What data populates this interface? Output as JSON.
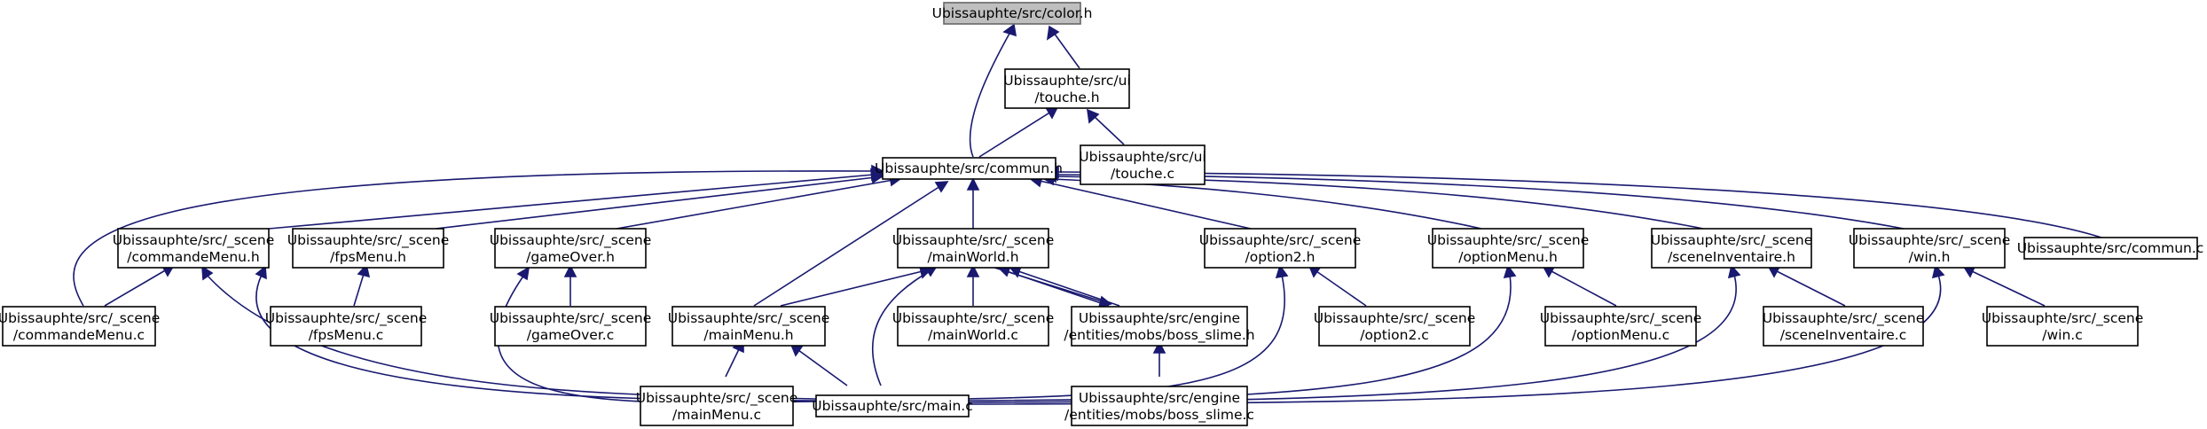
{
  "colors": {
    "edge": "#191970",
    "node_fill": "#ffffff",
    "root_fill": "#bfbfbf",
    "node_border": "#000000"
  },
  "nodes": {
    "color_h": [
      "Ubissauphte/src/color.h"
    ],
    "touche_h": [
      "Ubissauphte/src/ui",
      "/touche.h"
    ],
    "touche_c": [
      "Ubissauphte/src/ui",
      "/touche.c"
    ],
    "commun_h": [
      "Ubissauphte/src/commun.h"
    ],
    "commandeMenu_h": [
      "Ubissauphte/src/_scene",
      "/commandeMenu.h"
    ],
    "fpsMenu_h": [
      "Ubissauphte/src/_scene",
      "/fpsMenu.h"
    ],
    "gameOver_h": [
      "Ubissauphte/src/_scene",
      "/gameOver.h"
    ],
    "mainWorld_h": [
      "Ubissauphte/src/_scene",
      "/mainWorld.h"
    ],
    "option2_h": [
      "Ubissauphte/src/_scene",
      "/option2.h"
    ],
    "optionMenu_h": [
      "Ubissauphte/src/_scene",
      "/optionMenu.h"
    ],
    "sceneInventaire_h": [
      "Ubissauphte/src/_scene",
      "/sceneInventaire.h"
    ],
    "win_h": [
      "Ubissauphte/src/_scene",
      "/win.h"
    ],
    "commun_c": [
      "Ubissauphte/src/commun.c"
    ],
    "commandeMenu_c": [
      "Ubissauphte/src/_scene",
      "/commandeMenu.c"
    ],
    "fpsMenu_c": [
      "Ubissauphte/src/_scene",
      "/fpsMenu.c"
    ],
    "gameOver_c": [
      "Ubissauphte/src/_scene",
      "/gameOver.c"
    ],
    "mainMenu_h": [
      "Ubissauphte/src/_scene",
      "/mainMenu.h"
    ],
    "mainWorld_c": [
      "Ubissauphte/src/_scene",
      "/mainWorld.c"
    ],
    "boss_slime_h": [
      "Ubissauphte/src/engine",
      "/entities/mobs/boss_slime.h"
    ],
    "option2_c": [
      "Ubissauphte/src/_scene",
      "/option2.c"
    ],
    "optionMenu_c": [
      "Ubissauphte/src/_scene",
      "/optionMenu.c"
    ],
    "sceneInventaire_c": [
      "Ubissauphte/src/_scene",
      "/sceneInventaire.c"
    ],
    "win_c": [
      "Ubissauphte/src/_scene",
      "/win.c"
    ],
    "mainMenu_c": [
      "Ubissauphte/src/_scene",
      "/mainMenu.c"
    ],
    "main_c": [
      "Ubissauphte/src/main.c"
    ],
    "boss_slime_c": [
      "Ubissauphte/src/engine",
      "/entities/mobs/boss_slime.c"
    ]
  }
}
